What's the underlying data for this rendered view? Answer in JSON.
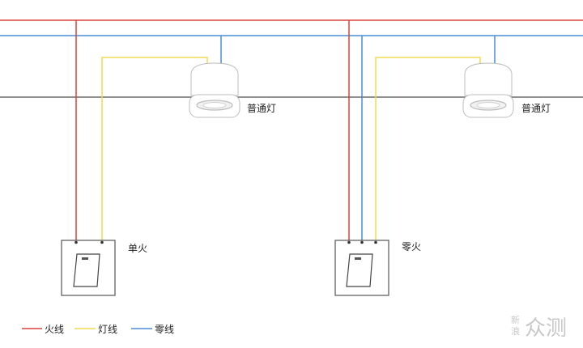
{
  "wires": {
    "live_color": "#d9453c",
    "lamp_color": "#f2dc52",
    "neutral_color": "#4a8ed6",
    "ceiling_color": "#6b6b6b"
  },
  "lamps": [
    {
      "label": "普通灯"
    },
    {
      "label": "普通灯"
    }
  ],
  "switches": [
    {
      "label": "单火"
    },
    {
      "label": "零火"
    }
  ],
  "legend": [
    {
      "label": "火线",
      "color": "#d9453c"
    },
    {
      "label": "灯线",
      "color": "#f2dc52"
    },
    {
      "label": "零线",
      "color": "#4a8ed6"
    }
  ],
  "watermark": {
    "line1": "新",
    "line2": "浪",
    "brand": "众测"
  }
}
